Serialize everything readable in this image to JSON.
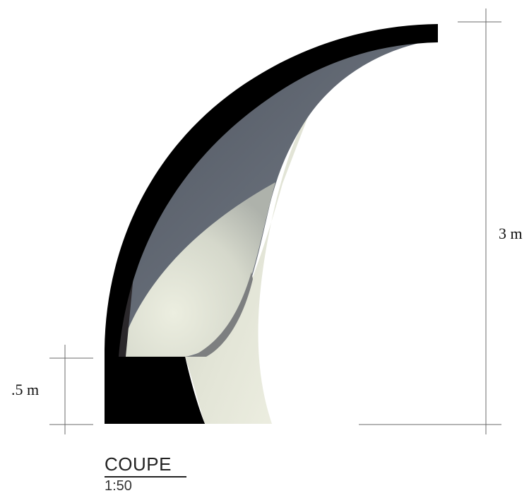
{
  "section": {
    "total_height_label": "3 m",
    "base_height_label": ".5 m"
  },
  "caption": {
    "title": "COUPE",
    "scale": "1:50"
  },
  "colors": {
    "shell": "#000000",
    "inner_soffit": "#5f6671",
    "lower_surface": "#e6e8d8",
    "dimension_line": "#6b6b6b"
  }
}
